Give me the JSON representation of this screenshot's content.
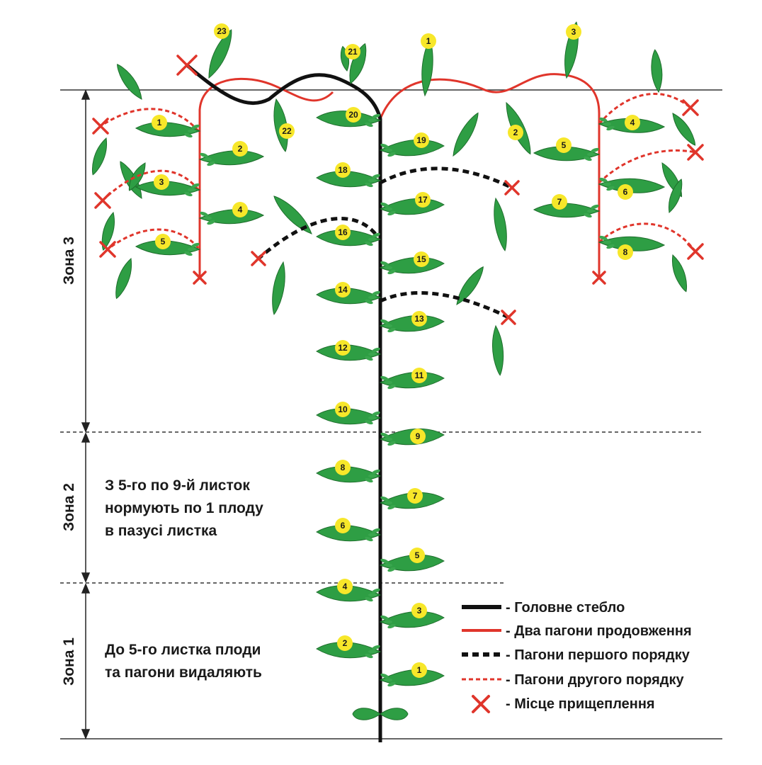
{
  "zones": [
    {
      "label": "Зона 3",
      "note": []
    },
    {
      "label": "Зона 2",
      "note": [
        "З 5-го по 9-й листок",
        "нормують по 1 плоду",
        "в пазусі листка"
      ]
    },
    {
      "label": "Зона 1",
      "note": [
        "До 5-го листка плоди",
        "та пагони видаляють"
      ]
    }
  ],
  "legend": [
    {
      "label": "- Головне стебло",
      "style": "main",
      "color": "#111111"
    },
    {
      "label": "- Два пагони продовження",
      "style": "extension",
      "color": "#e0352b"
    },
    {
      "label": "- Пагони першого порядку",
      "style": "first",
      "color": "#111111"
    },
    {
      "label": "- Пагони другого порядку",
      "style": "second",
      "color": "#e0352b"
    },
    {
      "label": "- Місце прищеплення",
      "style": "pinch",
      "color": "#e0352b"
    }
  ],
  "main_stem_leaves": [
    "1",
    "2",
    "3",
    "4",
    "5",
    "6",
    "7",
    "8",
    "9",
    "10",
    "11",
    "12",
    "13",
    "14",
    "15",
    "16",
    "17",
    "18",
    "19",
    "20",
    "21",
    "22",
    "23"
  ],
  "left_shoot_leaves": [
    "1",
    "2",
    "3",
    "4",
    "5"
  ],
  "right_shoot_leaves": [
    "1",
    "2",
    "3",
    "4",
    "5",
    "6",
    "7",
    "8"
  ],
  "colors": {
    "leaf": "#2e9e44",
    "badge": "#f7e72a",
    "main_stem": "#111111",
    "shoot": "#e0352b"
  }
}
